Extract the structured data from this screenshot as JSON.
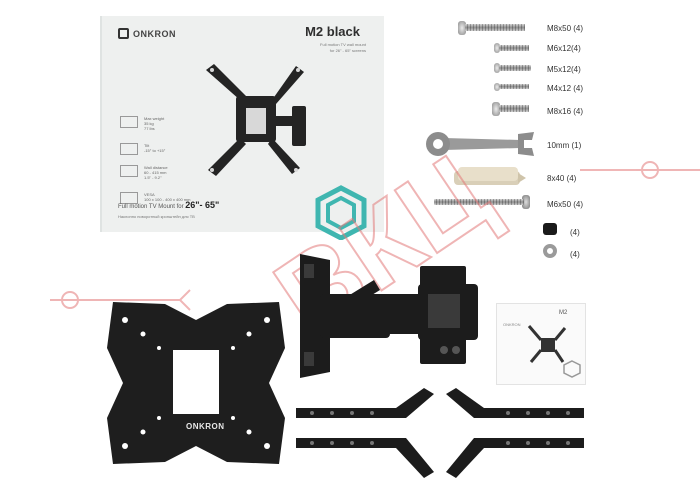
{
  "box": {
    "brand": "ONKRON",
    "model": "M2 black",
    "subtitle": "Full motion TV wall mount\nfor 26\" - 65\" screens",
    "specs": [
      "Max weight\n35 kg\n77 lbs",
      "Tilt\n-15° to +15°",
      "Wall distance\n60 - 415 mm\n1.5\" - 9.2\"",
      "VESA\n100 x 100 - 400 x 400 mm"
    ],
    "tagline_prefix": "Full motion TV Mount for",
    "tagline_size": "26\"- 65\"",
    "tagline_ru": "Наклонно поворотный кронштейн для ТВ"
  },
  "hardware": [
    {
      "label": "M8x50 (4)"
    },
    {
      "label": "M6x12(4)"
    },
    {
      "label": "M5x12(4)"
    },
    {
      "label": "M4x12 (4)"
    },
    {
      "label": "M8x16 (4)"
    },
    {
      "label": "10mm (1)"
    },
    {
      "label": "8x40 (4)"
    },
    {
      "label": "M6x50 (4)"
    },
    {
      "label": "(4)"
    },
    {
      "label": "(4)"
    }
  ],
  "plate_brand": "ONKRON",
  "manual": {
    "title": "M2",
    "brand": "ONKRON"
  },
  "watermark": "ВКЦ",
  "colors": {
    "teal": "#3fb6b0",
    "metal": "#1c1c1c",
    "watermark": "#e06a6a"
  }
}
